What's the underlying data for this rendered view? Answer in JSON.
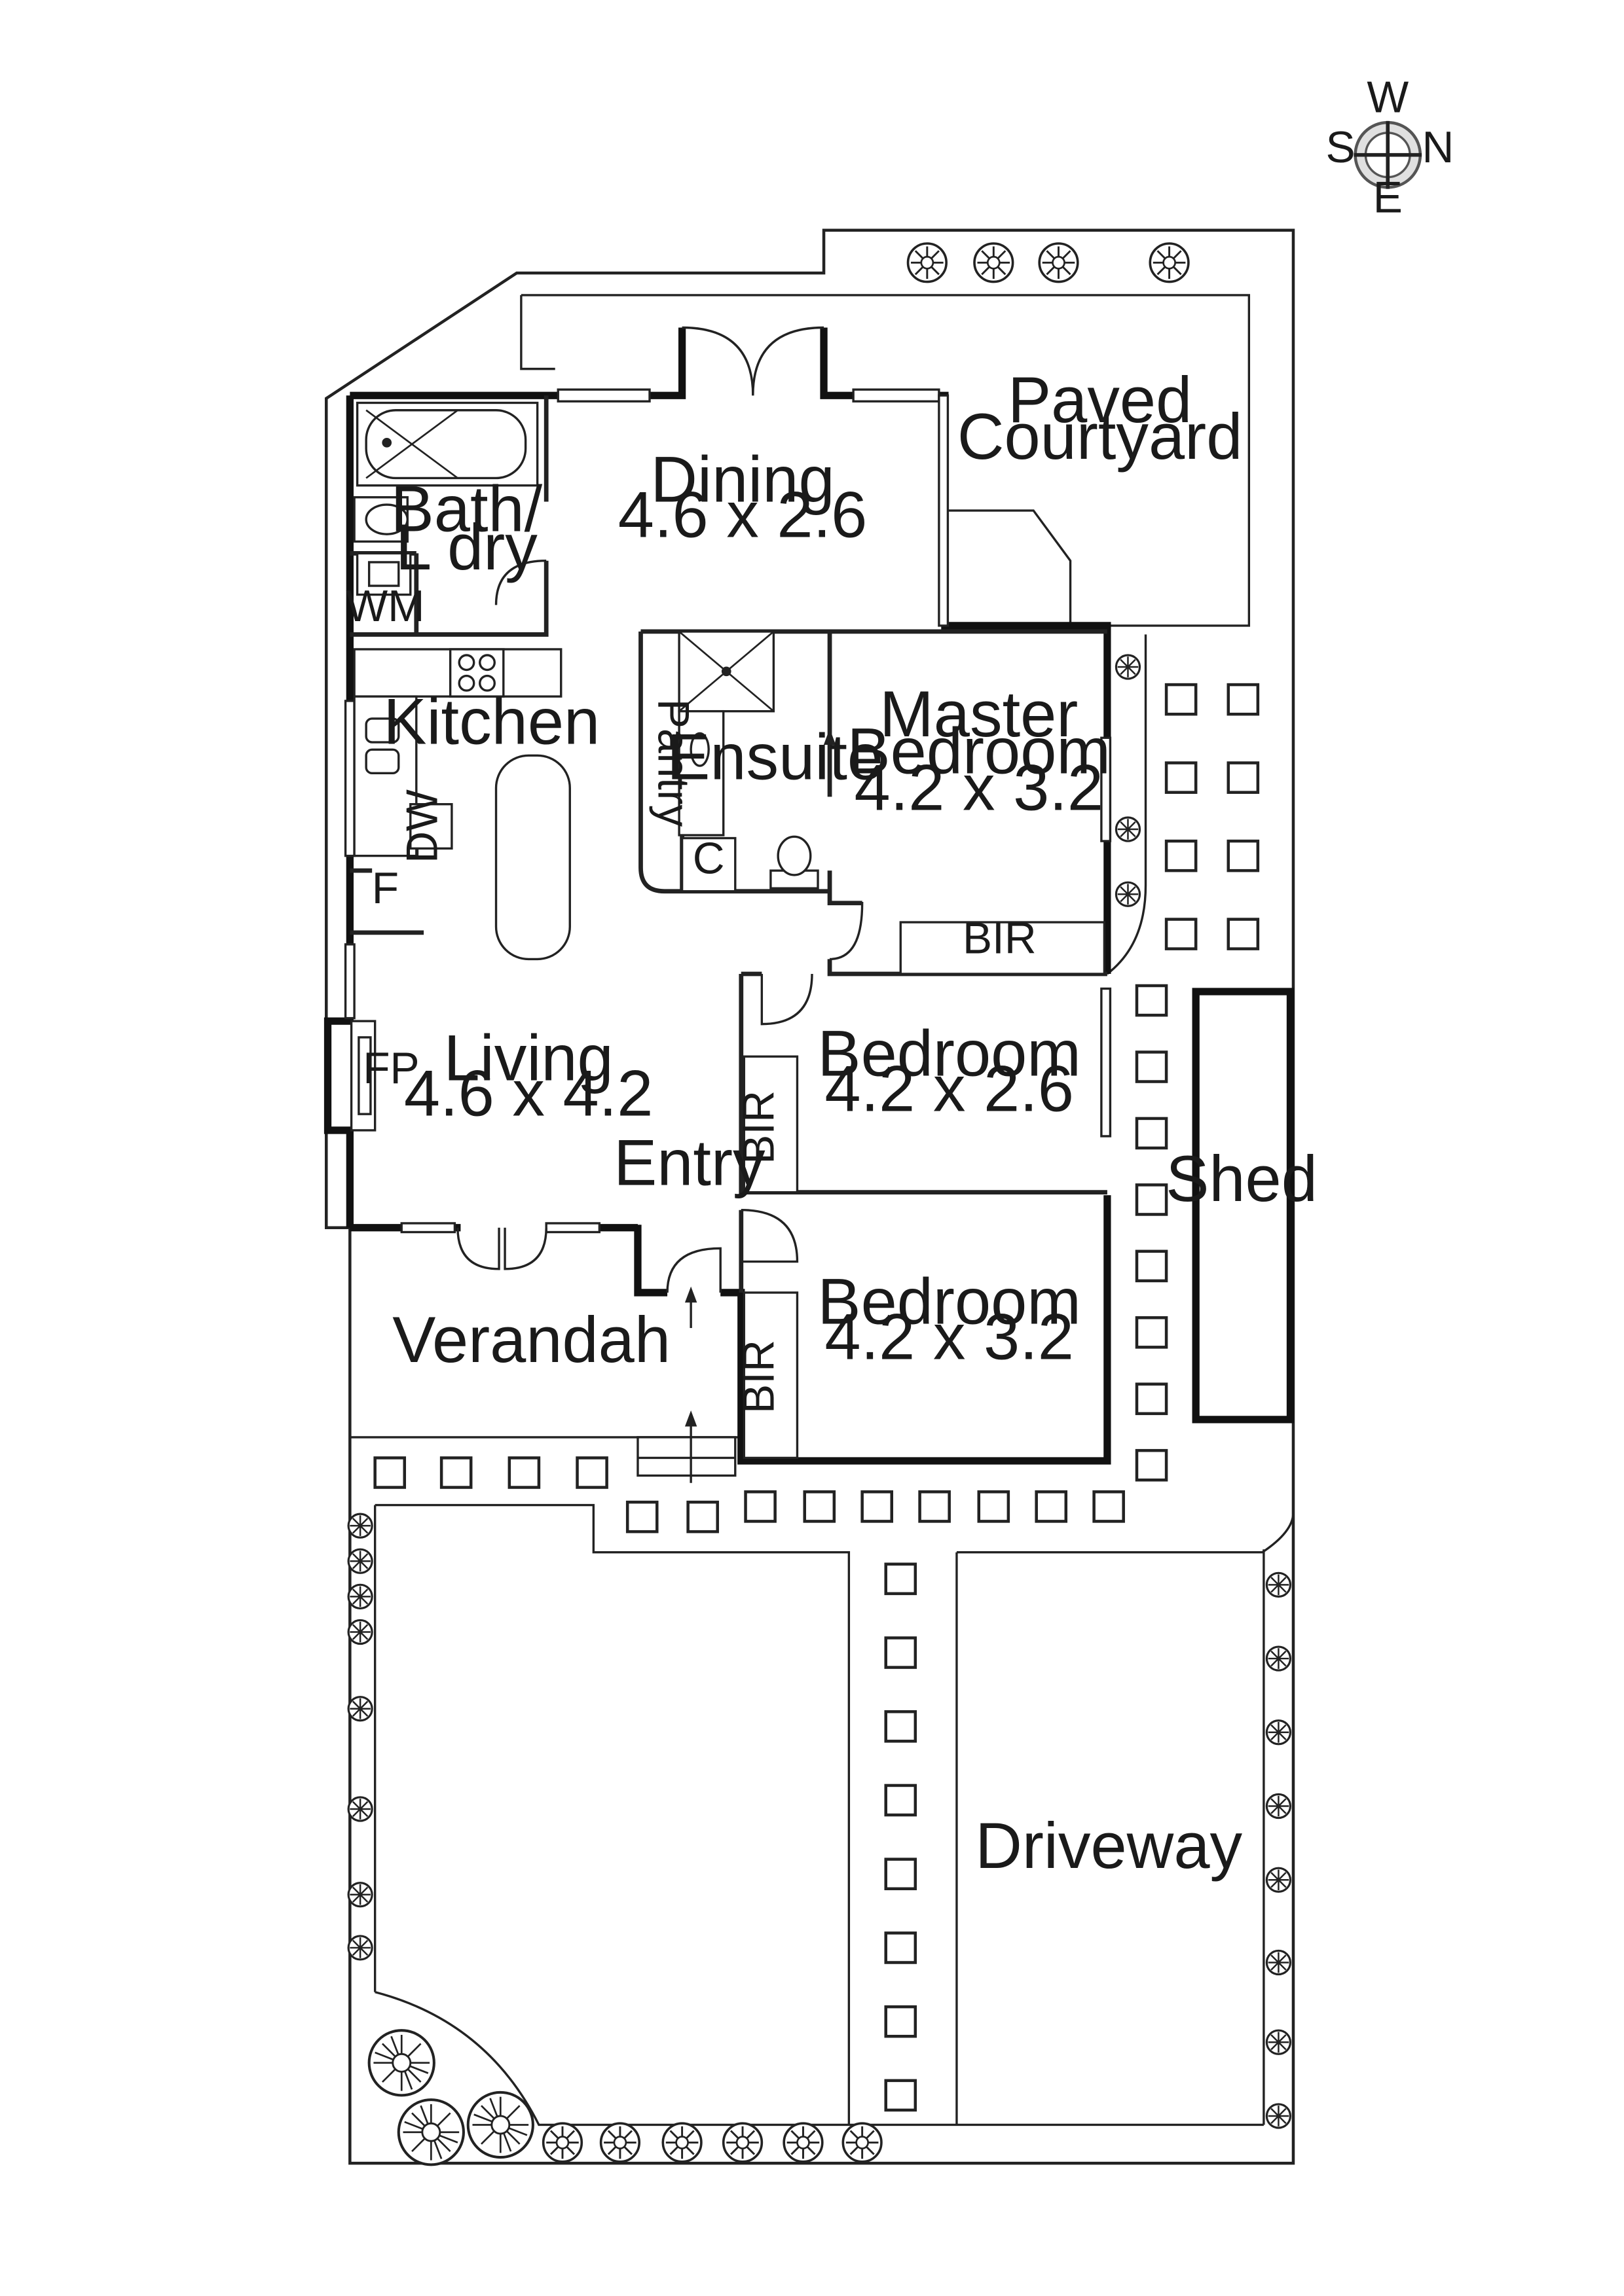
{
  "compass": {
    "west": "W",
    "south": "S",
    "north": "N",
    "east": "E"
  },
  "rooms": {
    "paved_courtyard": {
      "line1": "Paved",
      "line2": "Courtyard"
    },
    "dining": {
      "name": "Dining",
      "size": "4.6 x 2.6"
    },
    "bath": {
      "line1": "Bath/",
      "line2": "L dry"
    },
    "wm": "WM",
    "kitchen": "Kitchen",
    "dw": "DW",
    "fridge": "F",
    "pantry": "Pantry",
    "ensuite": "Ensuite",
    "closet": "C",
    "master": {
      "line1": "Master",
      "line2": "Bedroom",
      "size": "4.2 x 3.2"
    },
    "bir_master": "BIR",
    "bedroom2": {
      "name": "Bedroom",
      "size": "4.2 x 2.6"
    },
    "bir2": "BIR",
    "bedroom3": {
      "name": "Bedroom",
      "size": "4.2 x 3.2"
    },
    "bir3": "BIR",
    "living": {
      "name": "Living",
      "size": "4.6 x 4.2"
    },
    "fireplace": "FP",
    "entry": "Entry",
    "verandah": "Verandah",
    "shed": "Shed",
    "driveway": "Driveway"
  }
}
